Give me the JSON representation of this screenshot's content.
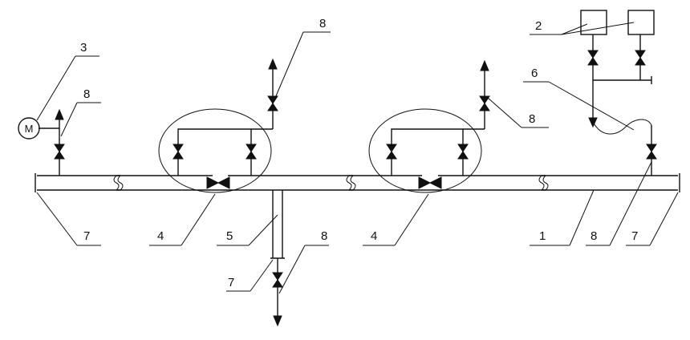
{
  "diagram": {
    "callouts": {
      "pipe": "1",
      "tanks": "2",
      "gauge_ref": "3",
      "gauge_letter": "M",
      "joint_left": "4",
      "joint_right": "4",
      "branch_pipe": "5",
      "hose": "6",
      "plug_left": "7",
      "plug_right": "7",
      "plug_branch": "7",
      "valve_gauge": "8",
      "valve_top_mid": "8",
      "valve_top_right": "8",
      "valve_right_end": "8",
      "valve_branch": "8"
    },
    "colors": {
      "ink": "#111111",
      "paper": "#ffffff"
    }
  }
}
